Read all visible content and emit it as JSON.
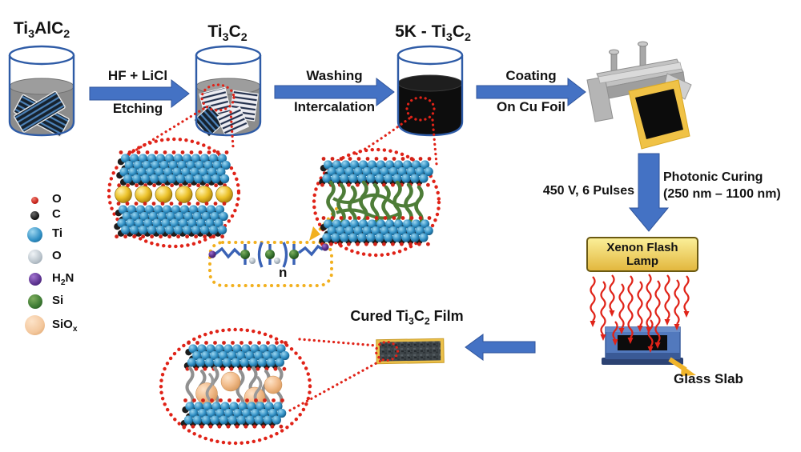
{
  "beakers": {
    "b1": {
      "f1": "Ti",
      "s1": "3",
      "f2": "AlC",
      "s2": "2"
    },
    "b2": {
      "f1": "Ti",
      "s1": "3",
      "f2": "C",
      "s2": "2"
    },
    "b3": {
      "prefix": "5K - ",
      "f1": "Ti",
      "s1": "3",
      "f2": "C",
      "s2": "2"
    }
  },
  "steps": {
    "etching": {
      "top": "HF + LiCl",
      "bottom": "Etching"
    },
    "washing": {
      "top": "Washing",
      "bottom": "Intercalation"
    },
    "coating": {
      "top": "Coating",
      "bottom": "On Cu Foil"
    }
  },
  "curing": {
    "pulses": "450 V, 6 Pulses",
    "title": "Photonic Curing",
    "range": "(250 nm – 1100 nm)",
    "lamp_line1": "Xenon Flash",
    "lamp_line2": "Lamp",
    "glass_label": "Glass Slab"
  },
  "film": {
    "pre": "Cured ",
    "f1": "Ti",
    "s1": "3",
    "f2": "C",
    "s2": "2",
    "post": " Film"
  },
  "polymer": {
    "repeat": "n"
  },
  "legend": {
    "items": [
      {
        "p1": "O",
        "sub": "",
        "color": "#c8241c"
      },
      {
        "p1": "C",
        "sub": "",
        "color": "#141414"
      },
      {
        "p1": "Ti",
        "sub": "",
        "color": "#2f8ec3"
      },
      {
        "p1": "O",
        "sub": "",
        "color": "#b9c3cb"
      },
      {
        "p1": "H",
        "sub": "2",
        "p2": "N",
        "color": "#5d3390"
      },
      {
        "p1": "Si",
        "sub": "",
        "color": "#3d7a33"
      },
      {
        "p1": "SiO",
        "sub": "x",
        "color": "#f3c79d"
      }
    ]
  },
  "colors": {
    "arrow_blue": "#4472c4",
    "dotted_red": "#e02318",
    "highlight_yellow": "#f2b01e",
    "k_ion_yellow": "#ecc22a",
    "lamp_yellow": "#f6d95c",
    "glass_blue": "#4f79bd",
    "cu_foil_gold": "#ecc14a",
    "polymer_green": "#4e7d38",
    "cured_chain_gray": "#909090"
  }
}
